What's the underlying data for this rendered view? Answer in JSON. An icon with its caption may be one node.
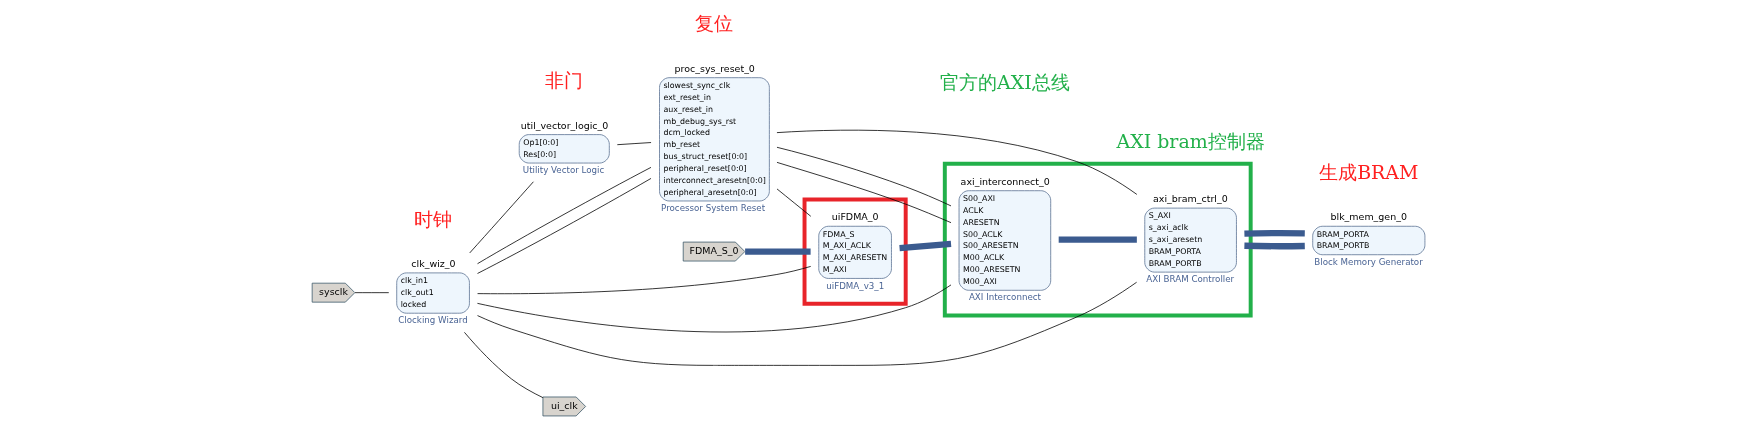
{
  "diagram": {
    "nodes": [
      {
        "text": [
          "FDMA_S_0"
        ]
      },
      {
        "text": [
          "sysclk"
        ]
      },
      {
        "text": [
          "util_vector_logic_0",
          "Op1[0:0]",
          "Res[0:0]",
          "Utility Vector Logic"
        ]
      },
      {
        "text": [
          "proc_sys_reset_0",
          "slowest_sync_clk",
          "ext_reset_in",
          "aux_reset_in",
          "mb_debug_sys_rst",
          "dcm_locked",
          "mb_reset",
          "bus_struct_reset[0:0]",
          "peripheral_reset[0:0]",
          "interconnect_aresetn[0:0]",
          "peripheral_aresetn[0:0]",
          "Processor System Reset"
        ]
      },
      {
        "text": [],
        "shape": "box"
      },
      {
        "text": [
          "uiFDMA_0",
          "FDMA_S",
          "M_AXI_ACLK",
          "M_AXI_ARESETN",
          "M_AXI",
          "uiFDMA_v3_1"
        ],
        "in": 4
      },
      {
        "text": [],
        "shape": "box"
      },
      {
        "text": [
          "axi_interconnect_0",
          "S00_AXI",
          "ACLK",
          "ARESETN",
          "S00_ACLK",
          "S00_ARESETN",
          "M00_ACLK",
          "M00_ARESETN",
          "M00_AXI",
          "AXI Interconnect"
        ],
        "in": 6
      },
      {
        "text": [
          "axi_bram_ctrl_0",
          "S_AXI",
          "s_axi_aclk",
          "s_axi_aresetn",
          "BRAM_PORTA",
          "BRAM_PORTB",
          "AXI BRAM Controller"
        ],
        "in": 6
      },
      {
        "text": [
          "clk_wiz_0",
          "clk_in1",
          "clk_out1",
          "locked",
          "Clocking Wizard"
        ]
      },
      {
        "text": [
          "blk_mem_gen_0",
          "BRAM_PORTA",
          "BRAM_PORTB",
          "Block Memory Generator"
        ]
      },
      {
        "text": [
          "ui_clk"
        ]
      }
    ],
    "edges": [
      {
        "from": 0,
        "to": 5,
        "arrow": "none",
        "style": "thick",
        "color": "#3b5b8f"
      },
      {
        "from": 2,
        "to": 3,
        "arrow": "none"
      },
      {
        "from": 9,
        "to": 2,
        "arrow": "none"
      },
      {
        "from": 9,
        "to": 3,
        "arrow": "none"
      },
      {
        "from": 1,
        "to": 9,
        "arrow": "none"
      },
      {
        "from": 9,
        "to": 11,
        "arrow": "none"
      },
      {
        "from": 9,
        "to": 3,
        "arrow": "none"
      },
      {
        "from": 9,
        "to": 5,
        "arrow": "none"
      },
      {
        "from": 9,
        "to": 7,
        "arrow": "none"
      },
      {
        "from": 9,
        "to": 8,
        "arrow": "none"
      },
      {
        "from": 3,
        "to": 5,
        "arrow": "none"
      },
      {
        "from": 3,
        "to": 7,
        "arrow": "none"
      },
      {
        "from": 3,
        "to": 7,
        "arrow": "none"
      },
      {
        "from": 3,
        "to": 8,
        "arrow": "none"
      },
      {
        "from": 5,
        "to": 7,
        "arrow": "none",
        "style": "thick",
        "color": "#3b5b8f"
      },
      {
        "from": 7,
        "to": 8,
        "arrow": "none",
        "style": "thick",
        "color": "#3b5b8f"
      },
      {
        "from": 8,
        "to": 10,
        "arrow": "none",
        "style": "thick",
        "color": "#3b5b8f"
      },
      {
        "from": 8,
        "to": 10,
        "arrow": "none",
        "style": "thick",
        "color": "#3b5b8f"
      }
    ],
    "labels": [
      "非门",
      "复位",
      "时钟",
      "官方的AXI总线",
      "AXI bram控制器",
      "生成BRAM"
    ]
  }
}
